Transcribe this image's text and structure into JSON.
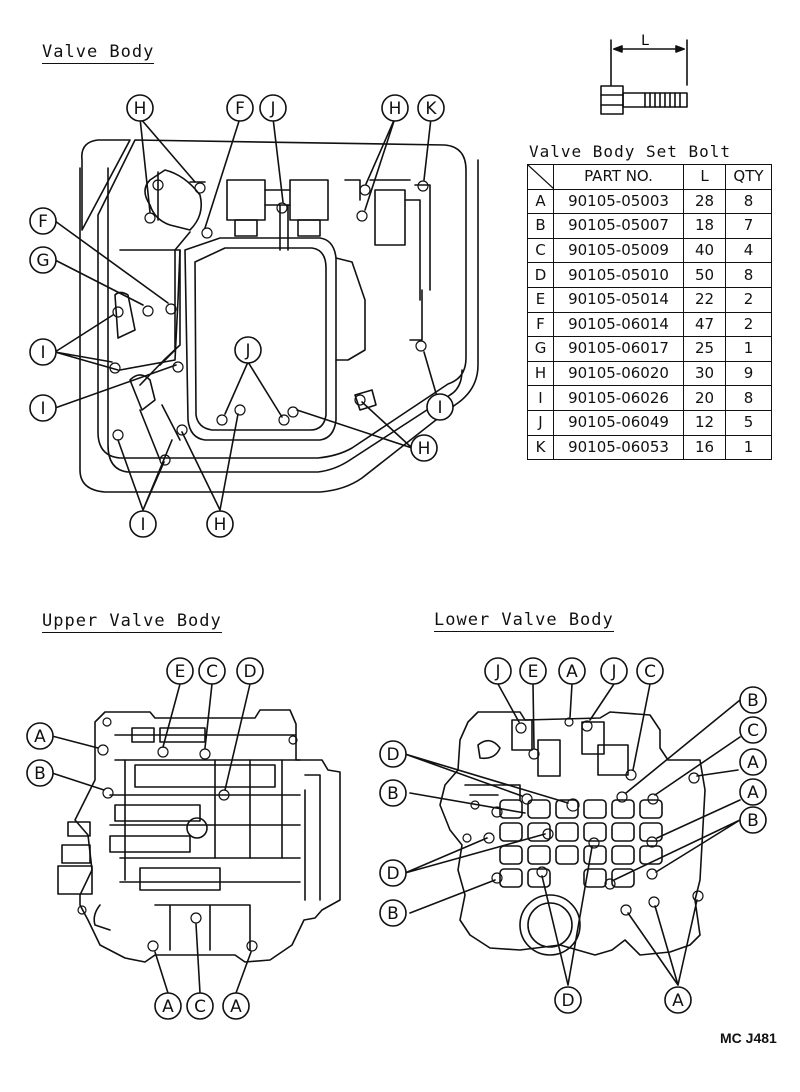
{
  "sections": {
    "valve_body": "Valve Body",
    "upper": "Upper Valve Body",
    "lower": "Lower Valve Body"
  },
  "dimension_label": "L",
  "figure_code": "MC J481",
  "bolt_table": {
    "title": "Valve Body Set Bolt",
    "headers": {
      "part": "PART NO.",
      "length": "L",
      "qty": "QTY"
    },
    "rows": [
      {
        "key": "A",
        "part": "90105-05003",
        "length": "28",
        "qty": "8"
      },
      {
        "key": "B",
        "part": "90105-05007",
        "length": "18",
        "qty": "7"
      },
      {
        "key": "C",
        "part": "90105-05009",
        "length": "40",
        "qty": "4"
      },
      {
        "key": "D",
        "part": "90105-05010",
        "length": "50",
        "qty": "8"
      },
      {
        "key": "E",
        "part": "90105-05014",
        "length": "22",
        "qty": "2"
      },
      {
        "key": "F",
        "part": "90105-06014",
        "length": "47",
        "qty": "2"
      },
      {
        "key": "G",
        "part": "90105-06017",
        "length": "25",
        "qty": "1"
      },
      {
        "key": "H",
        "part": "90105-06020",
        "length": "30",
        "qty": "9"
      },
      {
        "key": "I",
        "part": "90105-06026",
        "length": "20",
        "qty": "8"
      },
      {
        "key": "J",
        "part": "90105-06049",
        "length": "12",
        "qty": "5"
      },
      {
        "key": "K",
        "part": "90105-06053",
        "length": "16",
        "qty": "1"
      }
    ]
  },
  "callouts": {
    "valve_body": [
      "H",
      "F",
      "J",
      "H",
      "K",
      "F",
      "G",
      "I",
      "I",
      "J",
      "I",
      "H",
      "I",
      "H"
    ],
    "upper": [
      "E",
      "C",
      "D",
      "A",
      "B",
      "A",
      "C",
      "A"
    ],
    "lower": [
      "J",
      "E",
      "A",
      "J",
      "C",
      "B",
      "C",
      "D",
      "B",
      "A",
      "A",
      "B",
      "D",
      "B",
      "D",
      "A"
    ]
  }
}
